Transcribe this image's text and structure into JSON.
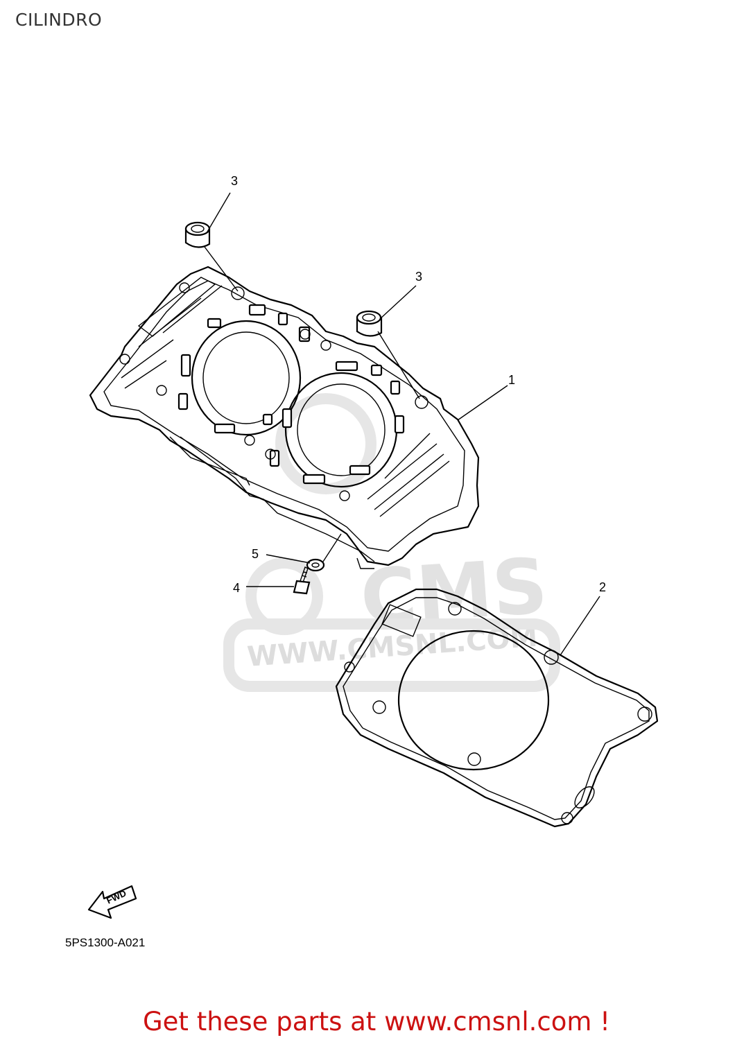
{
  "header": {
    "title": "CILINDRO"
  },
  "callouts": {
    "part1": "1",
    "part2": "2",
    "part3a": "3",
    "part3b": "3",
    "part4": "4",
    "part5": "5"
  },
  "orientation": {
    "fwd_label": "FWD"
  },
  "diagram_code": "5PS1300-A021",
  "watermark": {
    "brand": "CMS",
    "url": "WWW.CMSNL.COM"
  },
  "footer": {
    "promo": "Get these parts at www.cmsnl.com !"
  },
  "colors": {
    "promo": "#cc1111",
    "watermark": "#dddddd",
    "line": "#000000"
  }
}
